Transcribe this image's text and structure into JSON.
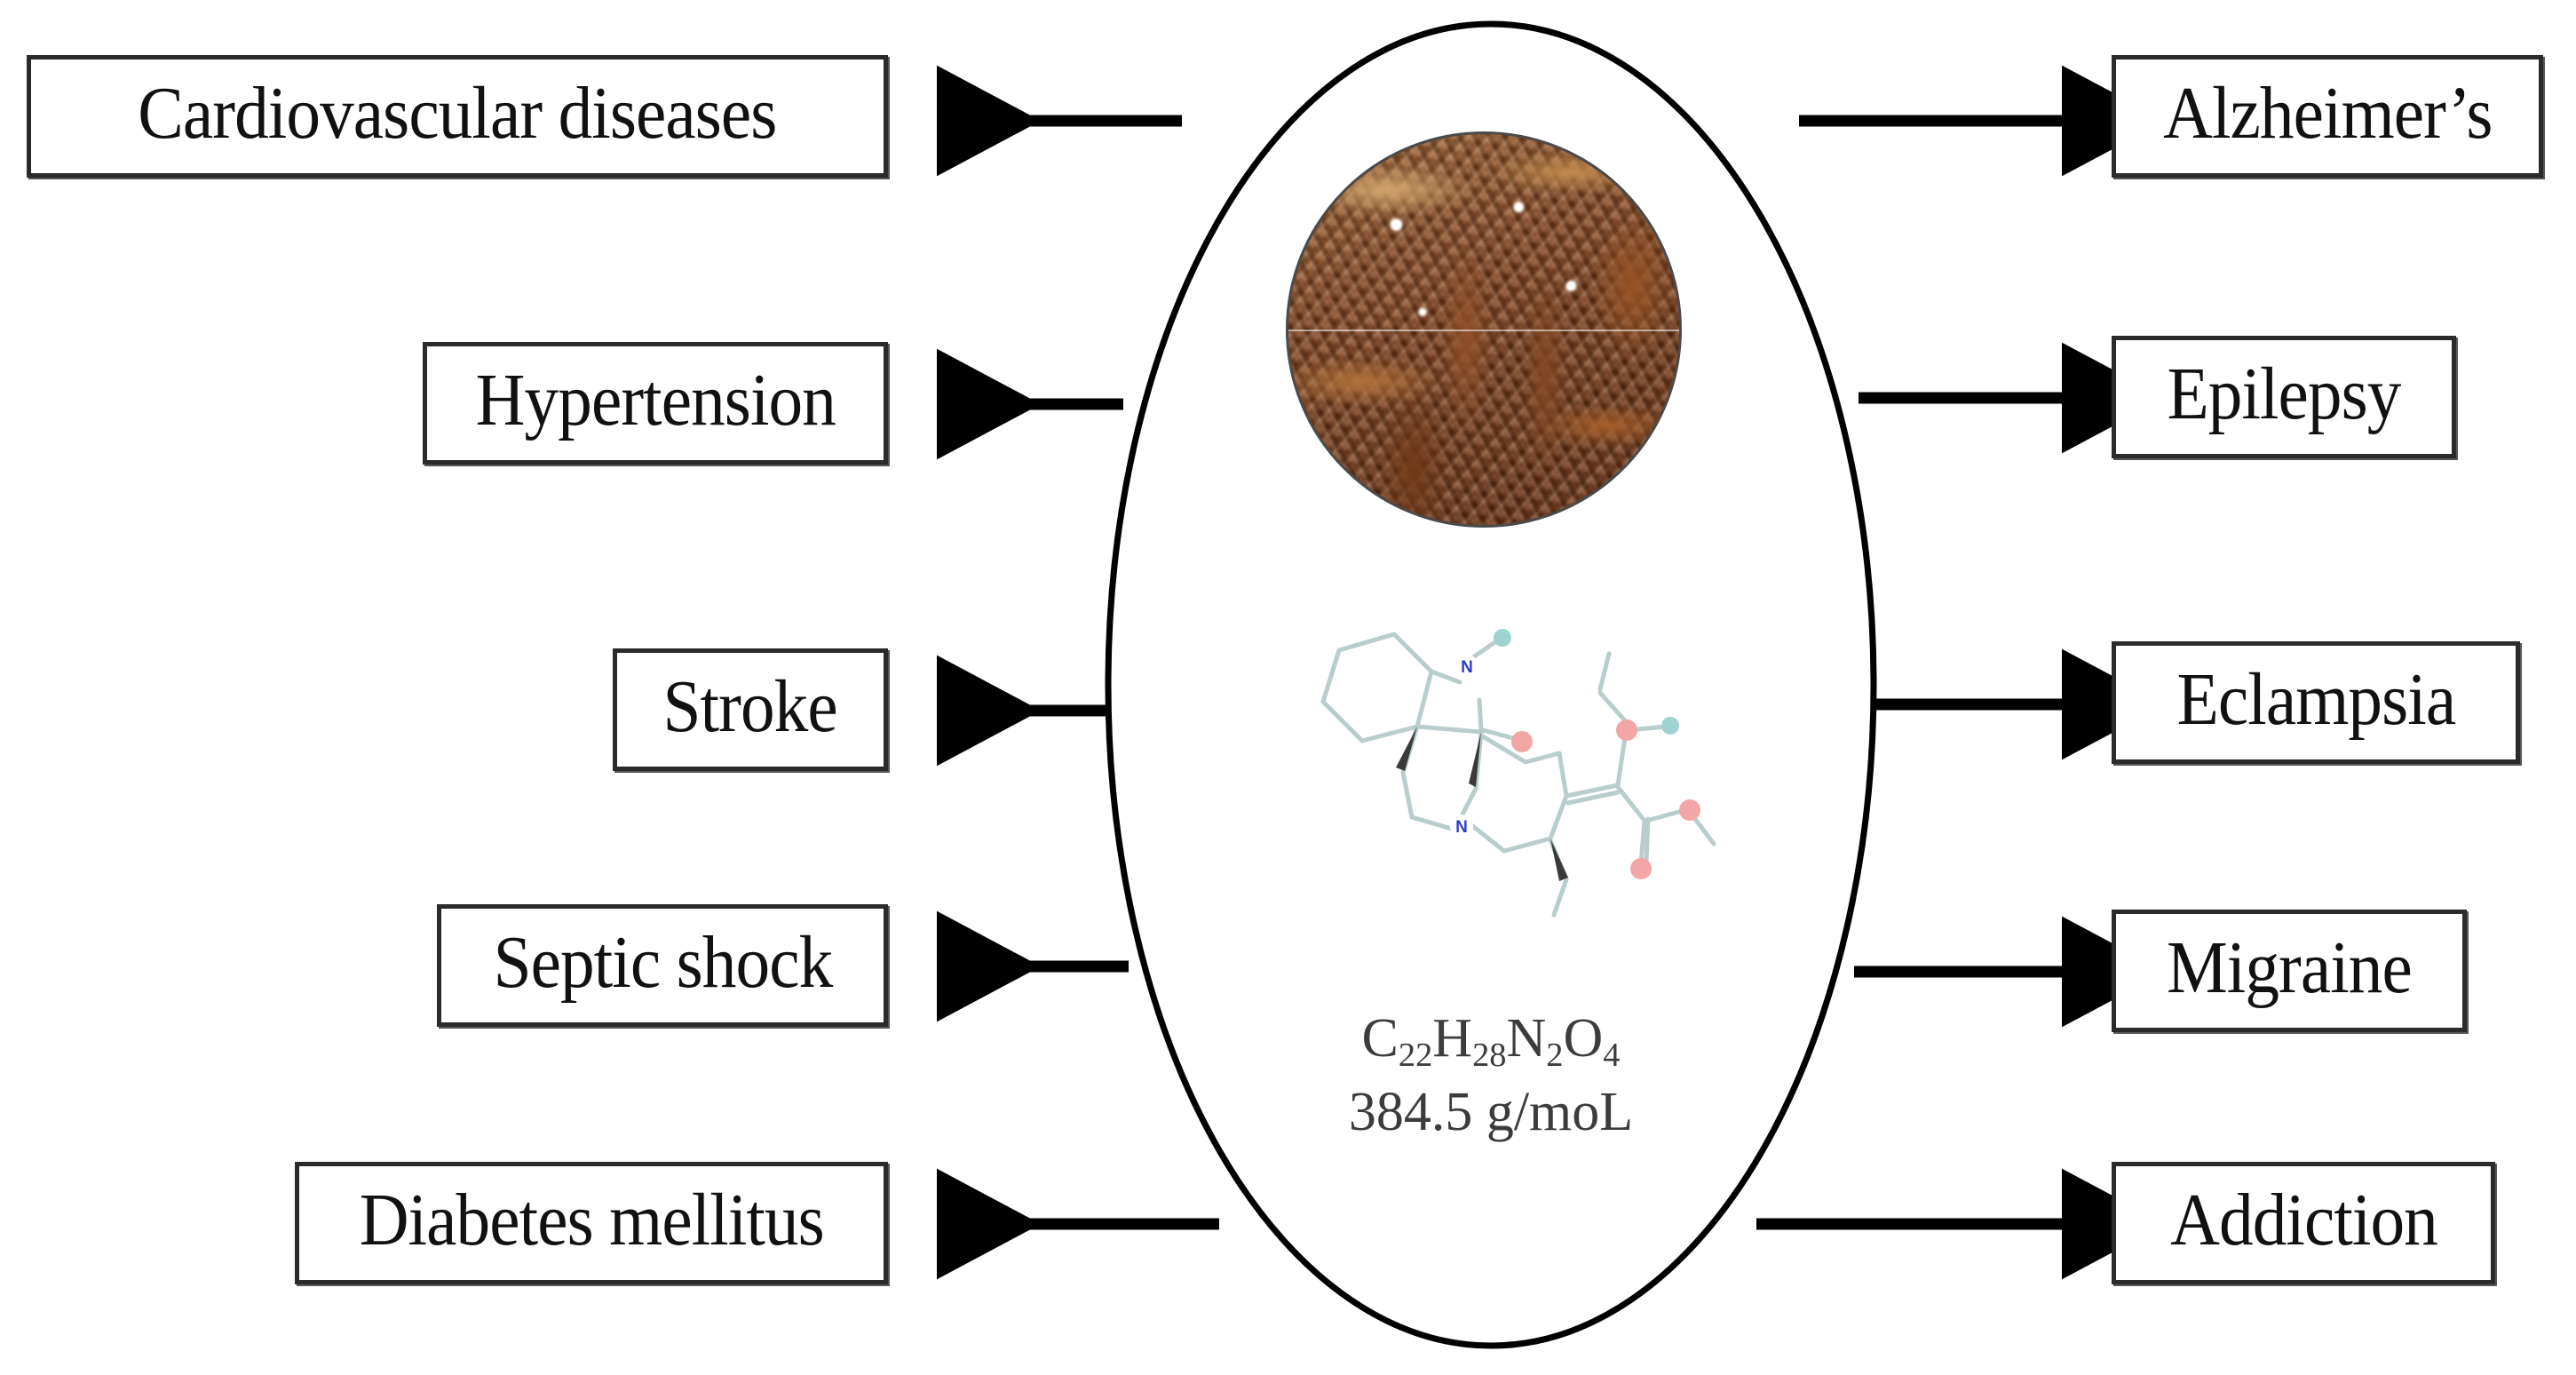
{
  "diagram": {
    "type": "radial-relationship-diagram",
    "title": "",
    "center": {
      "name": "center-ellipse",
      "shape": "ellipse",
      "photo_caption": "dried brown plant hooks / roots",
      "molecule_image": "skeletal chemical structure",
      "molecular_formula_parts": [
        "C",
        "22",
        "H",
        "28",
        "N",
        "2",
        "O",
        "4"
      ],
      "molecular_formula_text": "C22H28N2O4",
      "molecular_weight": "384.5 g/moL"
    },
    "left_boxes": [
      {
        "label": "Cardiovascular diseases"
      },
      {
        "label": "Hypertension"
      },
      {
        "label": "Stroke"
      },
      {
        "label": "Septic shock"
      },
      {
        "label": "Diabetes mellitus"
      }
    ],
    "right_boxes": [
      {
        "label": "Alzheimer’s"
      },
      {
        "label": "Epilepsy"
      },
      {
        "label": "Eclampsia"
      },
      {
        "label": "Migraine"
      },
      {
        "label": "Addiction"
      }
    ],
    "colors": {
      "background": "#ffffff",
      "box_border": "#2b2b2b",
      "box_shadow": "#575757",
      "text": "#111111",
      "ellipse_stroke": "#000000",
      "arrow": "#000000",
      "formula_text": "#3c3c3c"
    },
    "arrow_count": 10,
    "arrow_direction_left": "pointing-left",
    "arrow_direction_right": "pointing-right"
  }
}
